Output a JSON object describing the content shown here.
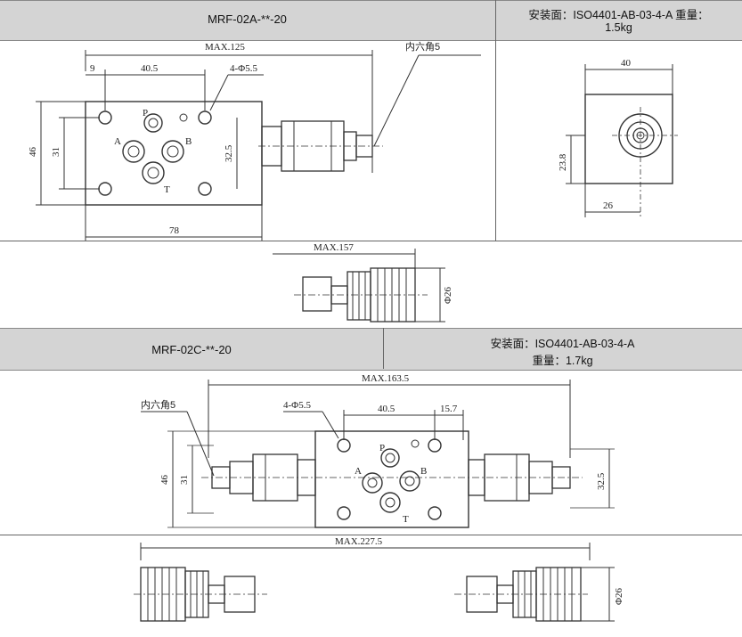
{
  "section_a": {
    "model": "MRF-02A-**-20",
    "spec_line1": "安装面：ISO4401-AB-03-4-A 重量：",
    "spec_line2": "1.5kg",
    "front": {
      "max_length": "MAX.125",
      "hex_note": "内六角5",
      "dim_9": "9",
      "dim_40_5": "40.5",
      "holes": "4-Φ5.5",
      "dim_46": "46",
      "dim_31": "31",
      "dim_32_5": "32.5",
      "dim_78": "78",
      "port_p": "P",
      "port_a": "A",
      "port_b": "B",
      "port_t": "T"
    },
    "side": {
      "dim_40": "40",
      "dim_23_8": "23.8",
      "dim_26": "26"
    },
    "top": {
      "max_length": "MAX.157",
      "dia_26": "Φ26"
    }
  },
  "section_c": {
    "model": "MRF-02C-**-20",
    "spec_line1": "安装面：ISO4401-AB-03-4-A",
    "spec_line2": "重量：1.7kg",
    "front": {
      "max_length": "MAX.163.5",
      "hex_note": "内六角5",
      "holes": "4-Φ5.5",
      "dim_40_5": "40.5",
      "dim_15_7": "15.7",
      "dim_46": "46",
      "dim_31": "31",
      "dim_32_5": "32.5",
      "port_p": "P",
      "port_a": "A",
      "port_b": "B",
      "port_t": "T"
    },
    "top": {
      "max_length": "MAX.227.5",
      "dia_26": "Φ26"
    }
  }
}
